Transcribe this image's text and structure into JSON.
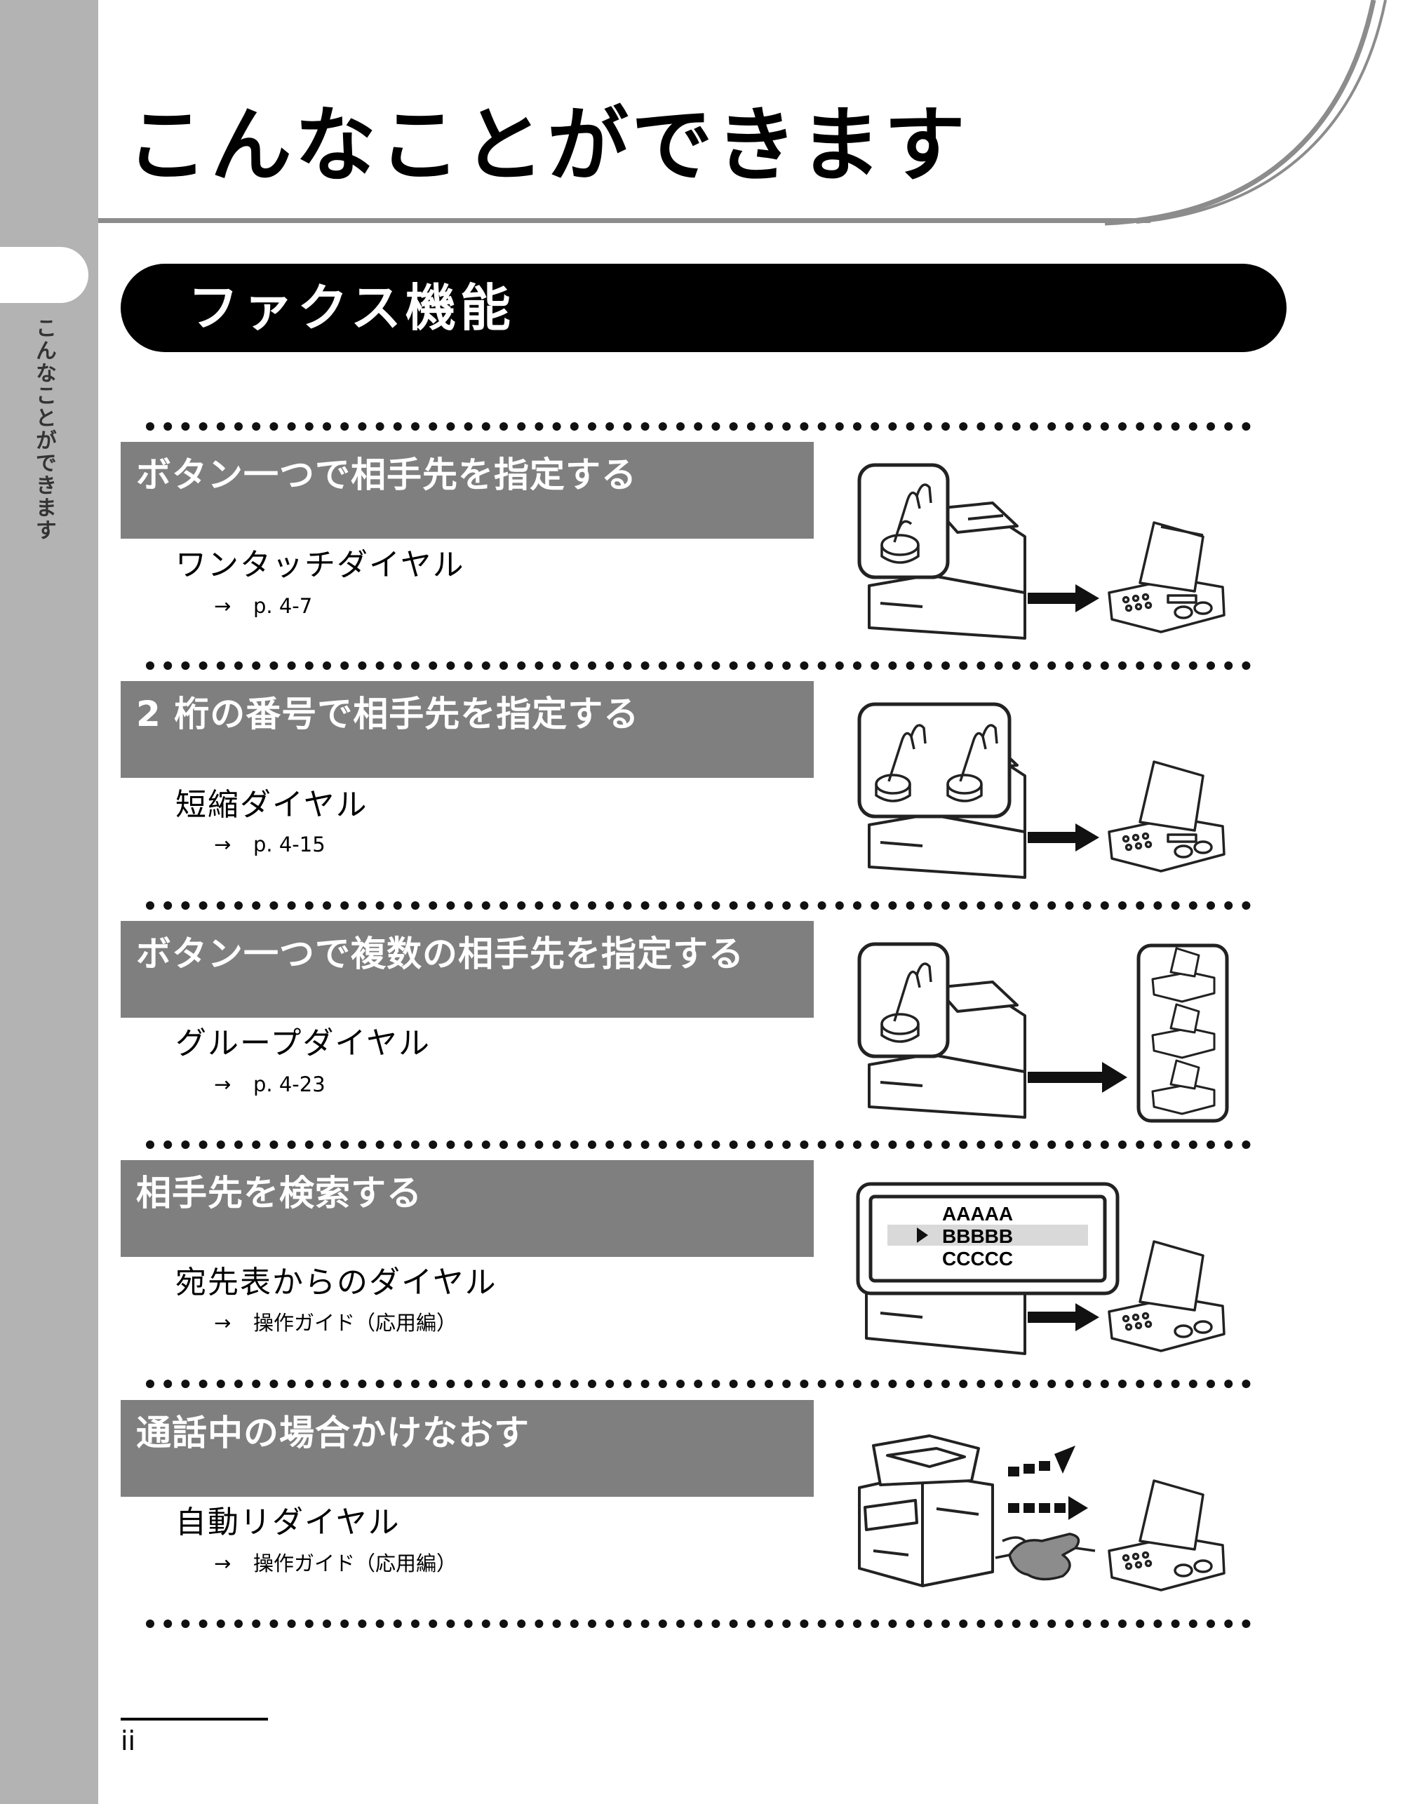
{
  "page": {
    "title": "こんなことができます",
    "side_label": "こんなことができます",
    "section_title": "ファクス機能",
    "page_number": "ii"
  },
  "features": [
    {
      "title": "ボタン一つで相手先を指定する",
      "subtitle": "ワンタッチダイヤル",
      "arrow": "→",
      "ref": "p. 4-7"
    },
    {
      "title": "2 桁の番号で相手先を指定する",
      "subtitle": "短縮ダイヤル",
      "arrow": "→",
      "ref": "p. 4-15"
    },
    {
      "title": "ボタン一つで複数の相手先を指定する",
      "subtitle": "グループダイヤル",
      "arrow": "→",
      "ref": "p. 4-23"
    },
    {
      "title": "相手先を検索する",
      "subtitle": "宛先表からのダイヤル",
      "arrow": "→",
      "ref": "操作ガイド（応用編）"
    },
    {
      "title": "通話中の場合かけなおす",
      "subtitle": "自動リダイヤル",
      "arrow": "→",
      "ref": "操作ガイド（応用編）"
    }
  ],
  "illustrations": {
    "list_items": [
      "AAAAA",
      "BBBBB",
      "CCCCC"
    ]
  }
}
